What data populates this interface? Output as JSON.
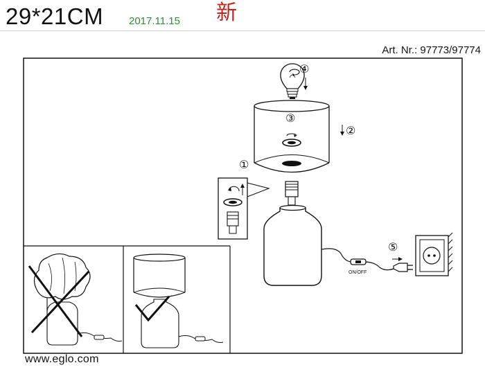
{
  "header": {
    "size_text": "29*21CM",
    "date": "2017.11.15",
    "new_mark": "新"
  },
  "article_number": "Art. Nr.: 97773/97774",
  "steps": {
    "step1": "①",
    "step2": "②",
    "step3": "③",
    "step4": "④",
    "step5": "⑤"
  },
  "switch_label": "ON/OFF",
  "website": "www.eglo.com",
  "icons": [
    "bulb-icon",
    "rotate-arrow-icon",
    "down-arrow-icon",
    "socket-outlet-icon",
    "plug-icon",
    "cross-mark-icon",
    "check-mark-icon"
  ]
}
